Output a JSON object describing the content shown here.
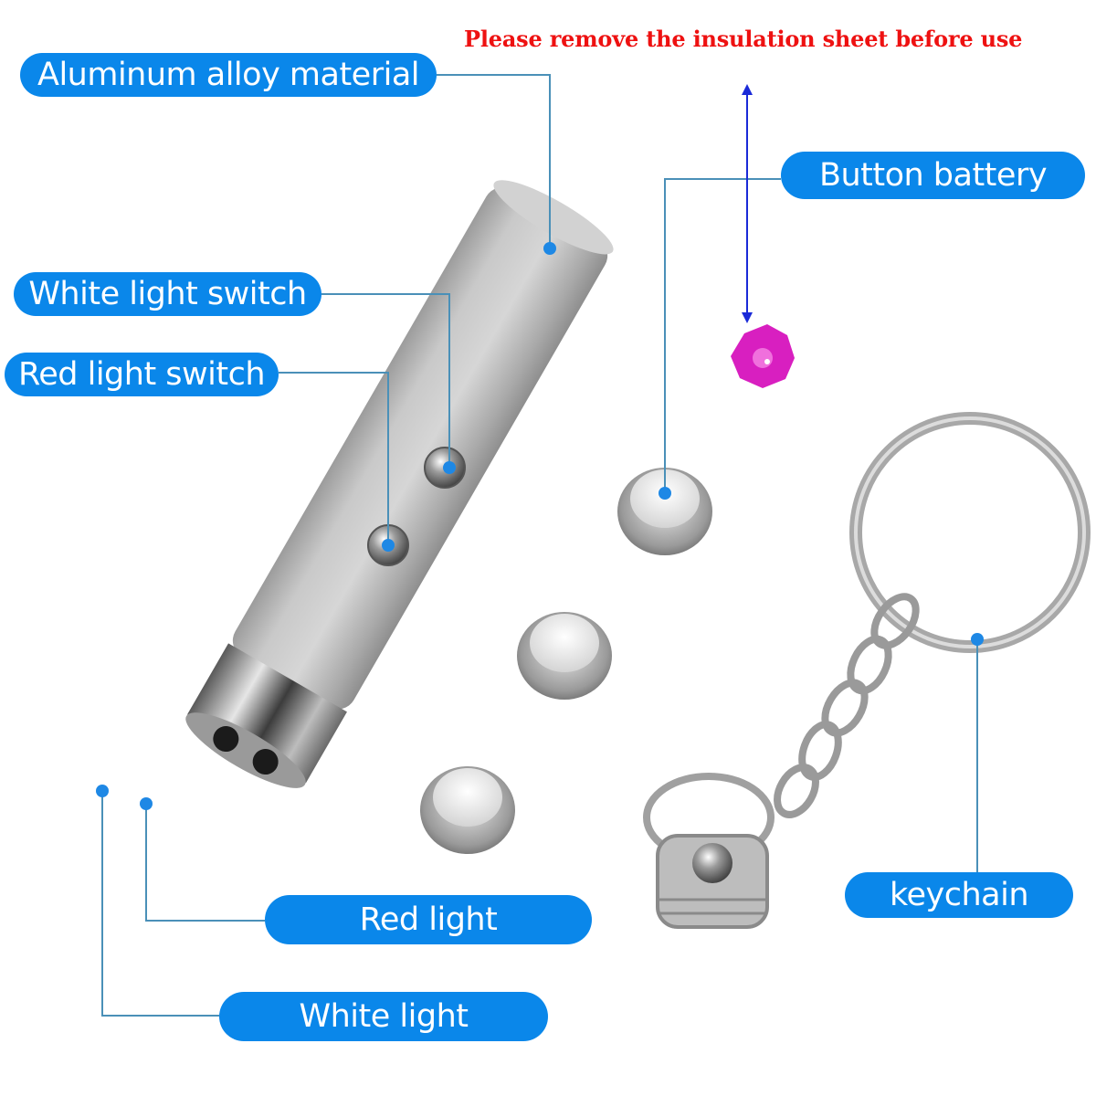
{
  "notice": "Please remove the insulation sheet before use",
  "labels": {
    "aluminum": "Aluminum alloy material",
    "white_switch": "White light switch",
    "red_switch": "Red light switch",
    "button_battery": "Button battery",
    "red_light": "Red light",
    "white_light": "White light",
    "keychain": "keychain"
  },
  "colors": {
    "label_bg": "#0a87ea",
    "label_text": "#ffffff",
    "notice_text": "#ee1111",
    "arrow": "#1a2ad8",
    "leader_line": "#4a90b8",
    "dot": "#1e88e5",
    "sheet": "#d81fc0",
    "metal": "#b8b8b8"
  }
}
